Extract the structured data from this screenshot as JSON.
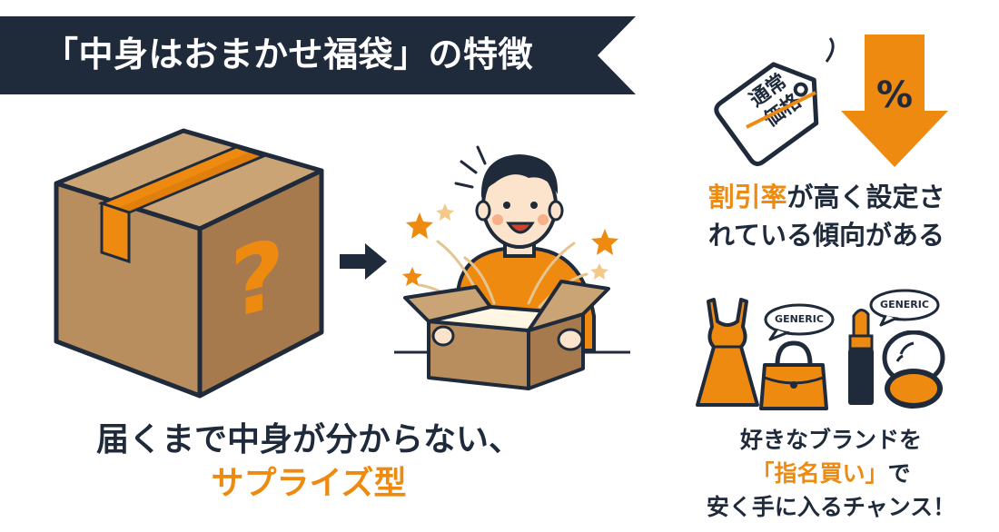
{
  "title": "「中身はおまかせ福袋」の特徴",
  "surprise": {
    "box_mark": "?",
    "caption_line1": "届くまで中身が分からない、",
    "caption_line2": "サプライズ型"
  },
  "discount": {
    "tag_line1": "通常",
    "tag_line2": "価格",
    "arrow_symbol": "%",
    "text_highlight": "割引率",
    "text_line1_rest": "が高く設定さ",
    "text_line2": "れている傾向がある"
  },
  "brand": {
    "bubble_left": "GENERIC",
    "bubble_right": "GENERIC",
    "text_line1": "好きなブランドを",
    "text_highlight": "「指名買い」",
    "text_line2_rest": "で",
    "text_line3": "安く手に入るチャンス！"
  },
  "colors": {
    "navy": "#1f2a3b",
    "orange": "#ee8a10",
    "cardboard": "#b98e5e"
  }
}
